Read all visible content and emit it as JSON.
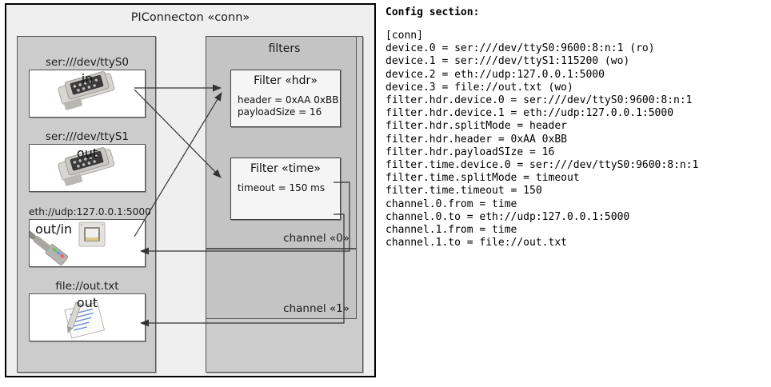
{
  "diagram": {
    "title": "PIConnecton «conn»",
    "devices_panel": {
      "items": [
        {
          "label": "ser:///dev/ttyS0",
          "io": "in",
          "icon": "serial-port-icon"
        },
        {
          "label": "ser:///dev/ttyS1",
          "io": "out",
          "icon": "serial-port-icon"
        },
        {
          "label": "eth://udp:127.0.0.1:5000",
          "io": "out/in",
          "icon": "ethernet-jack-icon"
        },
        {
          "label": "file://out.txt",
          "io": "out",
          "icon": "text-document-icon"
        }
      ]
    },
    "filters_panel": {
      "title": "filters",
      "filters": [
        {
          "title": "Filter «hdr»",
          "attrs": [
            "header = 0xAA 0xBB",
            "payloadSize = 16"
          ]
        },
        {
          "title": "Filter «time»",
          "attrs": [
            "timeout = 150 ms"
          ]
        }
      ],
      "channels": [
        {
          "label": "channel «0»"
        },
        {
          "label": "channel «1»"
        }
      ]
    }
  },
  "config": {
    "heading": "Config section:",
    "text": "[conn]\ndevice.0 = ser:///dev/ttyS0:9600:8:n:1 (ro)\ndevice.1 = ser:///dev/ttyS1:115200 (wo)\ndevice.2 = eth://udp:127.0.0.1:5000\ndevice.3 = file://out.txt (wo)\nfilter.hdr.device.0 = ser:///dev/ttyS0:9600:8:n:1\nfilter.hdr.device.1 = eth://udp:127.0.0.1:5000\nfilter.hdr.splitMode = header\nfilter.hdr.header = 0xAA 0xBB\nfilter.hdr.payloadSIze = 16\nfilter.time.device.0 = ser:///dev/ttyS0:9600:8:n:1\nfilter.time.splitMode = timeout\nfilter.time.timeout = 150\nchannel.0.from = time\nchannel.0.to = eth://udp:127.0.0.1:5000\nchannel.1.from = time\nchannel.1.to = file://out.txt"
  },
  "colors": {
    "frame": "#000000",
    "diagram_bg": "#efefef",
    "panel_bg": "#cccccc",
    "box_bg": "#ffffff",
    "line": "#333333"
  }
}
